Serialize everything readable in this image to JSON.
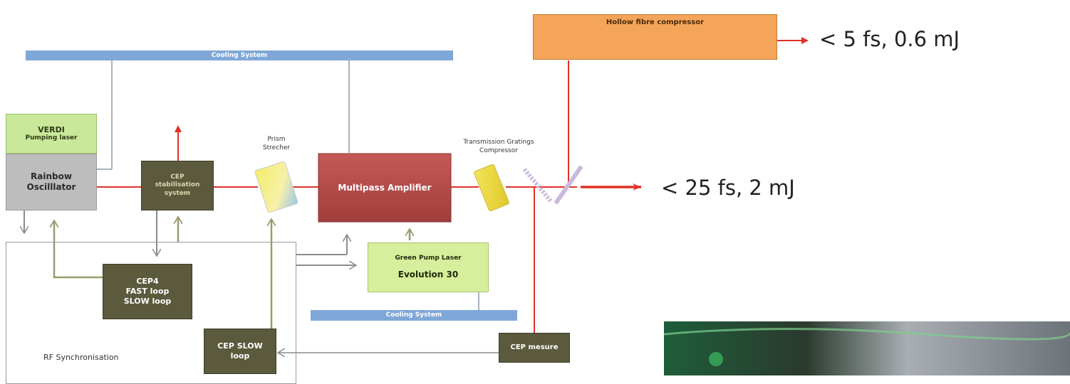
{
  "cooling_top": "Cooling System",
  "cooling_bottom": "Cooling System",
  "hollow_fibre": "Hollow fibre compressor",
  "verdi_title": "VERDI",
  "verdi_sub": "Pumping laser",
  "rainbow_line1": "Rainbow",
  "rainbow_line2": "Oscilllator",
  "cep_stab_line1": "CEP",
  "cep_stab_line2": "stabilisation",
  "cep_stab_line3": "system",
  "prism_line1": "Prism",
  "prism_line2": "Strecher",
  "multipass": "Multipass Amplifier",
  "tg_line1": "Transmission Gratings",
  "tg_line2": "Compressor",
  "green_pump_line1": "Green Pump Laser",
  "green_pump_line2": "Evolution 30",
  "cep4_line1": "CEP4",
  "cep4_line2": "FAST loop",
  "cep4_line3": "SLOW loop",
  "cep_slow_line1": "CEP SLOW",
  "cep_slow_line2": "loop",
  "cep_mesure": "CEP mesure",
  "rf_sync": "RF Synchronisation",
  "output_top": "< 5 fs, 0.6 mJ",
  "output_mid": "< 25 fs, 2 mJ",
  "colors": {
    "beam": "#e03226",
    "cooling": "#7fa8d8",
    "olive": "#5b5a3c",
    "amplifier": "#b34a48",
    "pump": "#d7ee9c",
    "verdi": "#c9e89a",
    "rainbow": "#bdbdbd",
    "hollow": "#f4a55a",
    "feedback": "#9b9a6e",
    "signal": "#8c8c8c"
  }
}
